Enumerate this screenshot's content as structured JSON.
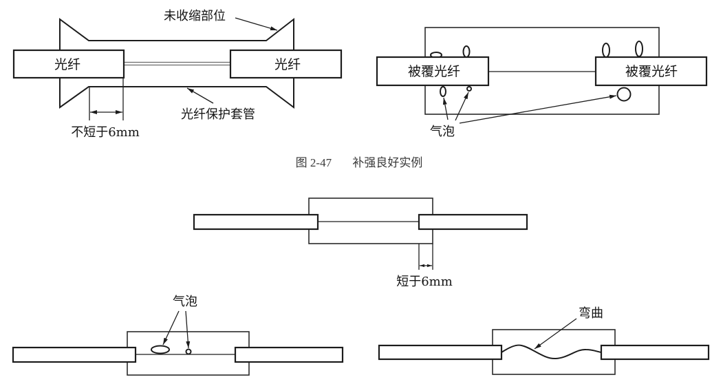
{
  "figure": {
    "number": "图 2-47",
    "title": "补强良好实例"
  },
  "good_example_sleeve": {
    "fiber_left": "光纤",
    "fiber_right": "光纤",
    "unshrunk_label": "未收缩部位",
    "sleeve_label": "光纤保护套管",
    "min_length_label": "不短于6mm"
  },
  "good_example_bubbles": {
    "coated_fiber_left": "被覆光纤",
    "coated_fiber_right": "被覆光纤",
    "bubble_label": "气泡"
  },
  "bad_example_short": {
    "short_label": "短于6mm"
  },
  "bad_example_bubbles": {
    "bubble_label": "气泡"
  },
  "bad_example_bend": {
    "bend_label": "弯曲"
  }
}
